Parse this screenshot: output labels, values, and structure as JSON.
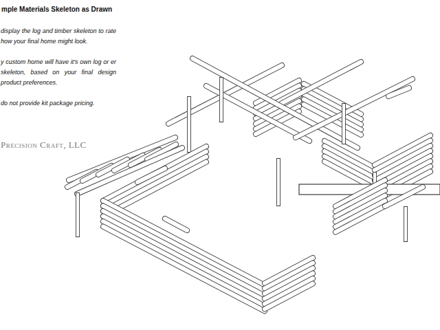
{
  "diagram": {
    "title": "mple Materials Skeleton as Drawn",
    "labels": [
      "display the log and timber skeleton to rate how your final home might look.",
      "y custom home will have it's own log or er skeleton, based on your final design product preferences.",
      "do not provide kit package pricing.",
      "Precision Craft, LLC"
    ]
  }
}
